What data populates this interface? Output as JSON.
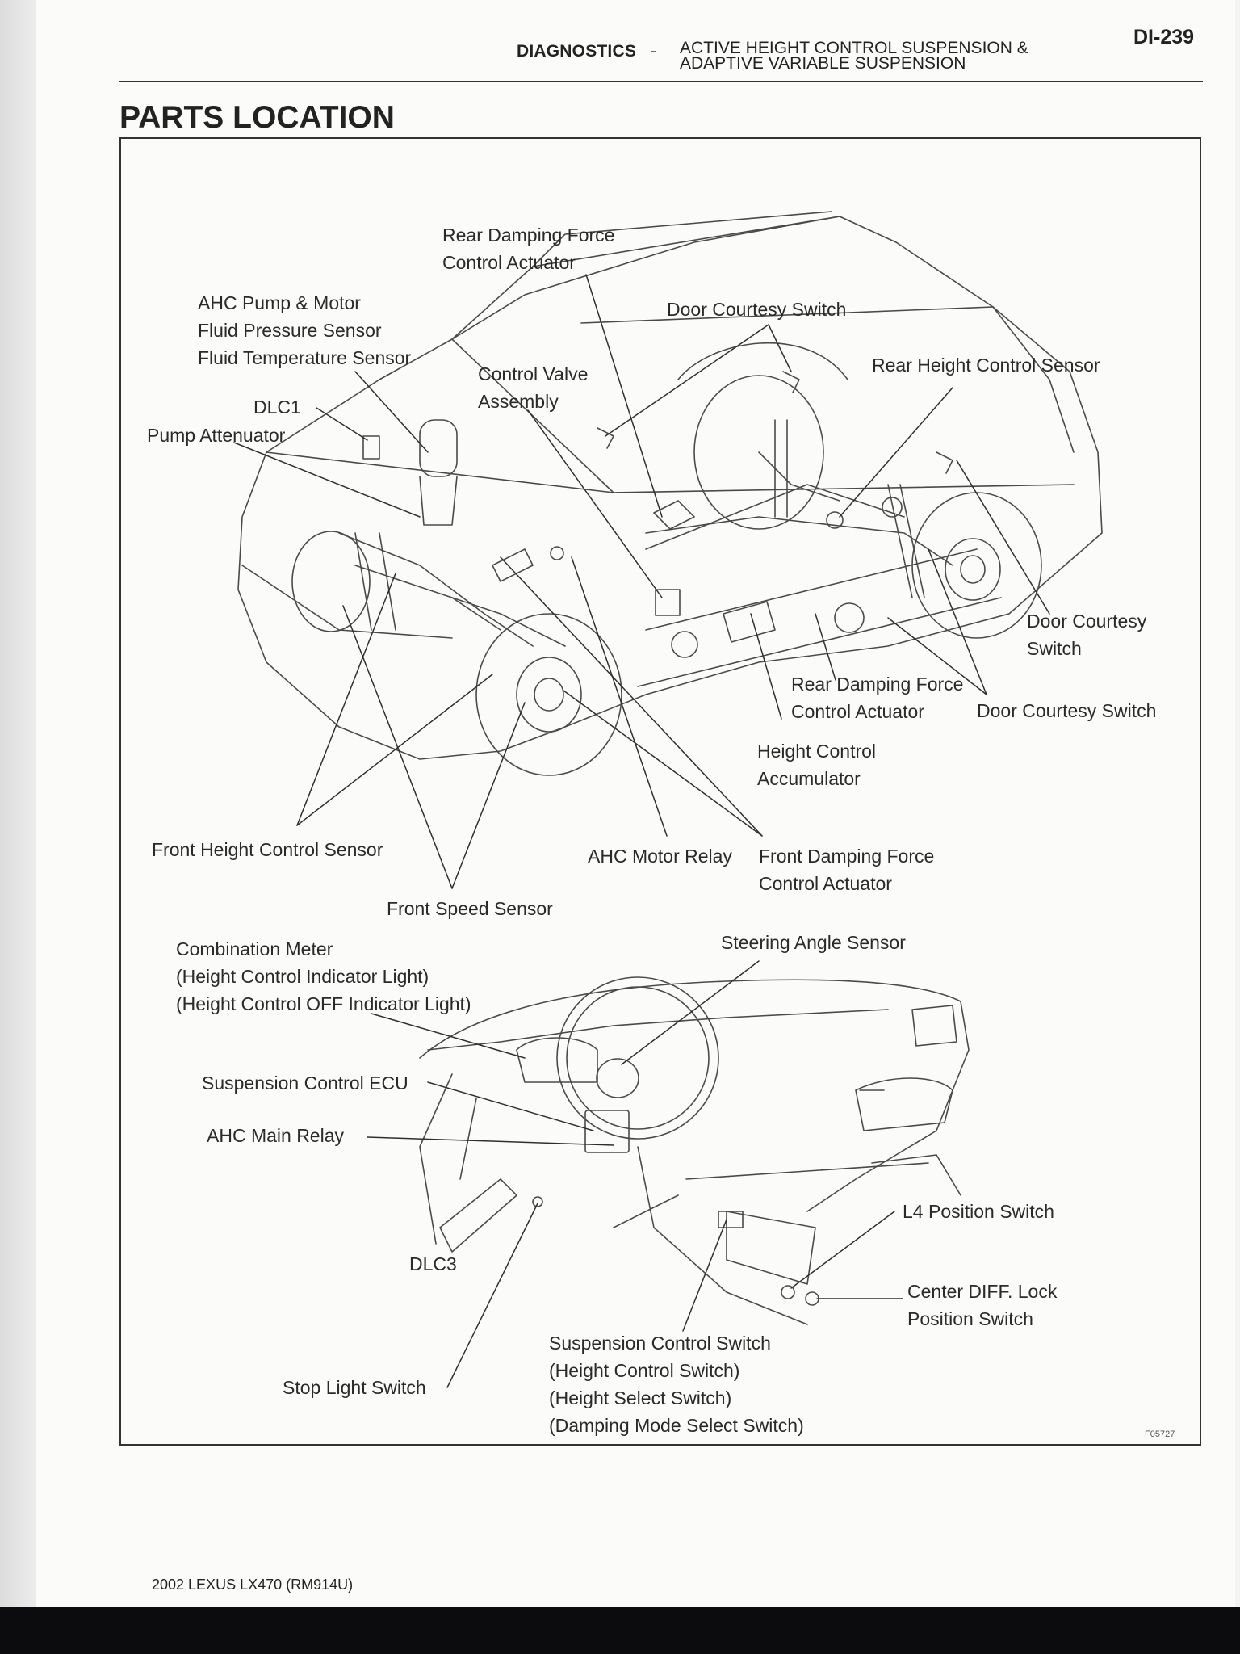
{
  "header": {
    "section": "DIAGNOSTICS",
    "separator": "-",
    "title_line1": "ACTIVE HEIGHT CONTROL SUSPENSION &",
    "title_line2": "ADAPTIVE VARIABLE SUSPENSION",
    "page_number": "DI-239"
  },
  "section_title": "PARTS LOCATION",
  "labels": {
    "rear_damping_actuator_top": [
      "Rear Damping Force",
      "Control Actuator"
    ],
    "ahc_pump": [
      "AHC Pump & Motor",
      "Fluid Pressure Sensor",
      "Fluid Temperature Sensor"
    ],
    "door_courtesy_top": "Door Courtesy Switch",
    "control_valve": [
      "Control Valve",
      "Assembly"
    ],
    "rear_height_sensor": "Rear Height Control Sensor",
    "dlc1": "DLC1",
    "pump_attenuator": "Pump Attenuator",
    "door_courtesy_right": [
      "Door Courtesy",
      "Switch"
    ],
    "rear_damping_actuator_bottom": [
      "Rear Damping Force",
      "Control Actuator"
    ],
    "door_courtesy_bottom": "Door Courtesy Switch",
    "height_accumulator": [
      "Height Control",
      "Accumulator"
    ],
    "front_height_sensor": "Front Height Control Sensor",
    "ahc_motor_relay": "AHC Motor Relay",
    "front_damping_actuator": [
      "Front Damping Force",
      "Control Actuator"
    ],
    "front_speed_sensor": "Front Speed Sensor",
    "combination_meter": [
      "Combination Meter",
      "(Height Control Indicator Light)",
      "(Height Control OFF Indicator Light)"
    ],
    "steering_angle_sensor": "Steering Angle Sensor",
    "suspension_ecu": "Suspension Control ECU",
    "ahc_main_relay": "AHC Main Relay",
    "l4_switch": "L4 Position Switch",
    "center_diff": [
      "Center DIFF. Lock",
      "Position Switch"
    ],
    "dlc3": "DLC3",
    "suspension_switch": [
      "Suspension Control Switch",
      "(Height Control Switch)",
      "(Height Select Switch)",
      "(Damping Mode Select Switch)"
    ],
    "stop_light_switch": "Stop Light Switch"
  },
  "figure_code": "F05727",
  "footer": "2002 LEXUS LX470   (RM914U)"
}
